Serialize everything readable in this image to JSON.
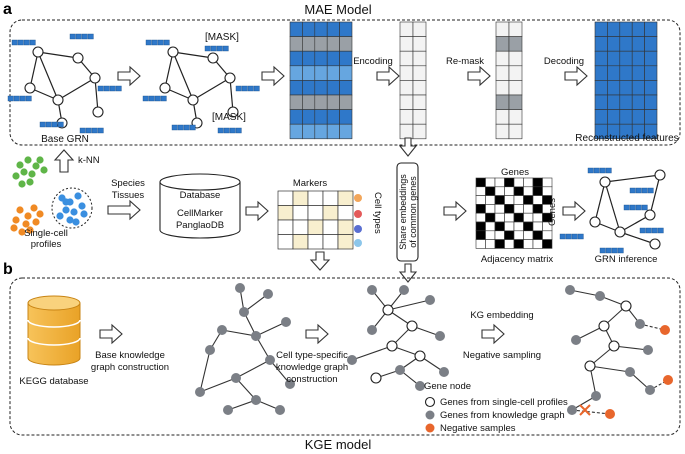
{
  "panel_a": {
    "letter": "a",
    "title": "MAE Model",
    "base_grn": "Base GRN",
    "mask_top": "[MASK]",
    "mask_bottom": "[MASK]",
    "encoding": "Encoding",
    "remask": "Re-mask",
    "decoding": "Decoding",
    "reconstructed": "Reconstructed features",
    "knn": "k-NN",
    "single_cell": [
      "Single-cell",
      "profiles"
    ],
    "species_tissues": [
      "Species",
      "Tissues"
    ],
    "database": "Database",
    "db_names": [
      "CellMarker",
      "PanglaoDB"
    ],
    "markers": "Markers",
    "cell_types": "Cell types",
    "share": [
      "Share embeddings",
      "of common genes"
    ],
    "genes_top": "Genes",
    "genes_side": "Genes",
    "adjacency": "Adjacency matrix",
    "grn_inference": "GRN inference"
  },
  "panel_b": {
    "letter": "b",
    "title": "KGE model",
    "kegg": "KEGG database",
    "base_kg": [
      "Base knowledge",
      "graph construction"
    ],
    "celltype_kg": [
      "Cell type-specific",
      "knowledge graph",
      "construction"
    ],
    "kg_embedding": "KG embedding",
    "neg_sampling": "Negative sampling",
    "legend_title": "Gene node",
    "legend": [
      {
        "label": "Genes from single-cell profiles",
        "kind": "white"
      },
      {
        "label": "Genes from knowledge graph",
        "kind": "gray"
      },
      {
        "label": "Negative samples",
        "kind": "orange"
      }
    ]
  },
  "colors": {
    "blue": "#2f78c9",
    "light_blue": "#66a6e0",
    "gray_row": "#9aa0a6",
    "gray_node": "#7b7f86",
    "orange": "#e8662c",
    "marker_cream": "#f8efcf",
    "cylinder": "#f4b942"
  }
}
